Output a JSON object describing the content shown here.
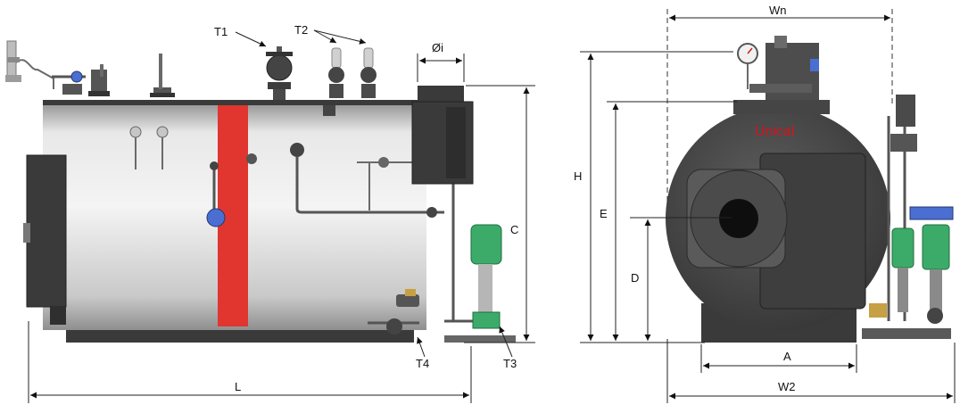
{
  "labels": {
    "t1": "T1",
    "t2": "T2",
    "t3": "T3",
    "t4": "T4",
    "oi": "Øi",
    "c": "C",
    "l": "L",
    "wn": "Wn",
    "h": "H",
    "e": "E",
    "d": "D",
    "a": "A",
    "w2": "W2"
  },
  "brand": "Unical",
  "colors": {
    "shell": "#d9d9d9",
    "band": "#e0362f",
    "dark": "#3a3a3a",
    "pump": "#3cab6a",
    "valve_blue": "#4a6ed1",
    "brand": "#d4141c"
  },
  "icons": [
    "pressure-gauge-icon",
    "safety-valve-icon",
    "feed-pump-icon",
    "burner-door-icon"
  ]
}
